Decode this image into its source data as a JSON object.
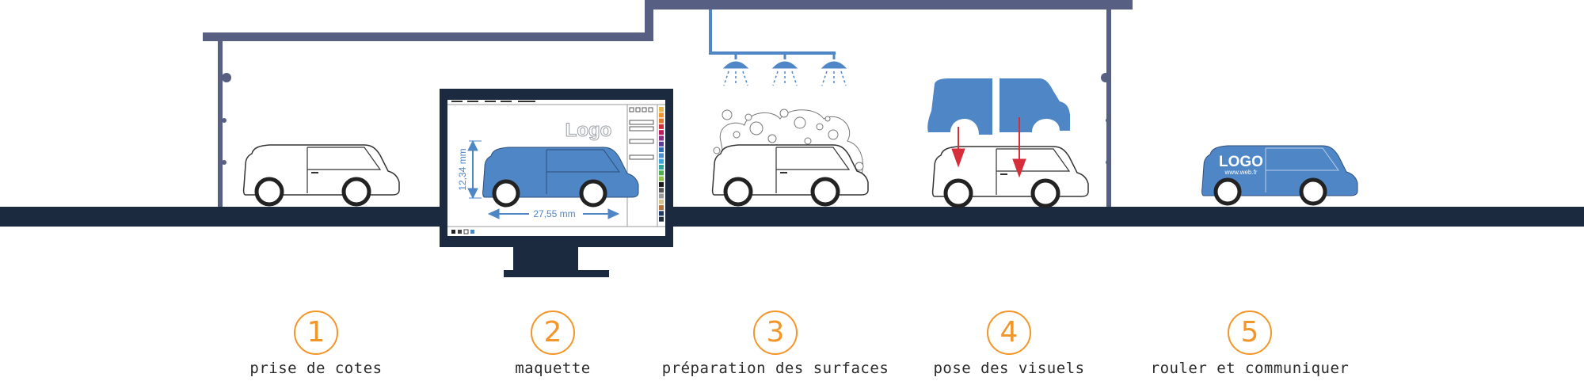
{
  "monitor": {
    "logo": "Logo",
    "dim_height": "12,34 mm",
    "dim_width": "27,55 mm",
    "palette": [
      "#e8b84b",
      "#f3962a",
      "#e07a2a",
      "#d62d3a",
      "#c2185b",
      "#8e2d89",
      "#5a3e98",
      "#2f6fb5",
      "#4a8fcf",
      "#3aa7d9",
      "#2aa6a0",
      "#4caf50",
      "#8bc34a",
      "#1a1a1a",
      "#555555",
      "#999999",
      "#d6c28a",
      "#b0723a",
      "#1f3a6b",
      "#203040"
    ]
  },
  "final_van": {
    "logo": "LOGO",
    "url": "www.web.fr"
  },
  "steps": [
    {
      "number": "1",
      "label": "prise de cotes"
    },
    {
      "number": "2",
      "label": "maquette"
    },
    {
      "number": "3",
      "label": "préparation des surfaces"
    },
    {
      "number": "4",
      "label": "pose des visuels"
    },
    {
      "number": "5",
      "label": "rouler et communiquer"
    }
  ],
  "colors": {
    "ground": "#1b2a3f",
    "structure": "#575f82",
    "accent_blue": "#4f86c6",
    "number_orange": "#f3962a",
    "arrow_red": "#d62d3a"
  }
}
